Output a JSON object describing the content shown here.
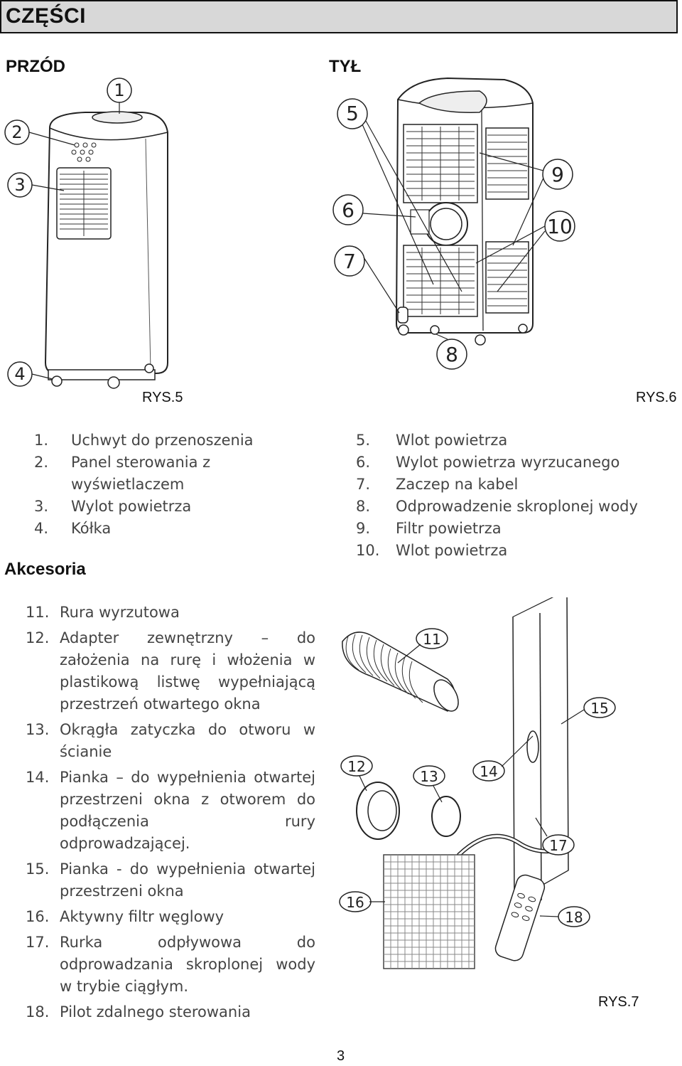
{
  "header": {
    "title": "CZĘŚCI"
  },
  "front": {
    "title": "PRZÓD",
    "figure_label": "RYS.5",
    "callouts": [
      "1",
      "2",
      "3",
      "4"
    ],
    "items": [
      {
        "num": "1.",
        "text": "Uchwyt do przenoszenia"
      },
      {
        "num": "2.",
        "text": "Panel sterowania z wyświetlaczem"
      },
      {
        "num": "3.",
        "text": "Wylot powietrza"
      },
      {
        "num": "4.",
        "text": "Kółka"
      }
    ]
  },
  "back": {
    "title": "TYŁ",
    "figure_label": "RYS.6",
    "callouts": [
      "5",
      "6",
      "7",
      "8",
      "9",
      "10"
    ],
    "items": [
      {
        "num": "5.",
        "text": "Wlot powietrza"
      },
      {
        "num": "6.",
        "text": "Wylot powietrza wyrzucanego"
      },
      {
        "num": "7.",
        "text": "Zaczep na kabel"
      },
      {
        "num": "8.",
        "text": "Odprowadzenie skroplonej wody"
      },
      {
        "num": "9.",
        "text": "Filtr powietrza"
      },
      {
        "num": "10.",
        "text": "Wlot powietrza"
      }
    ]
  },
  "accessories": {
    "title": "Akcesoria",
    "figure_label": "RYS.7",
    "callouts": [
      "11",
      "12",
      "13",
      "14",
      "15",
      "16",
      "17",
      "18"
    ],
    "items": [
      {
        "num": "11.",
        "text": "Rura wyrzutowa"
      },
      {
        "num": "12.",
        "text": "Adapter zewnętrzny – do założenia na rurę i włożenia w plastikową listwę wypełniającą przestrzeń otwartego okna"
      },
      {
        "num": "13.",
        "text": "Okrągła zatyczka do otworu w ścianie"
      },
      {
        "num": "14.",
        "text": "Pianka – do wypełnienia otwartej przestrzeni okna z otworem do podłączenia rury odprowadzającej."
      },
      {
        "num": "15.",
        "text": "Pianka - do wypełnienia otwartej przestrzeni okna"
      },
      {
        "num": "16.",
        "text": "Aktywny filtr węglowy"
      },
      {
        "num": "17.",
        "text": "Rurka odpływowa do odprowadzania skroplonej wody w trybie ciągłym."
      },
      {
        "num": "18.",
        "text": "Pilot zdalnego sterowania"
      }
    ]
  },
  "page_number": "3"
}
